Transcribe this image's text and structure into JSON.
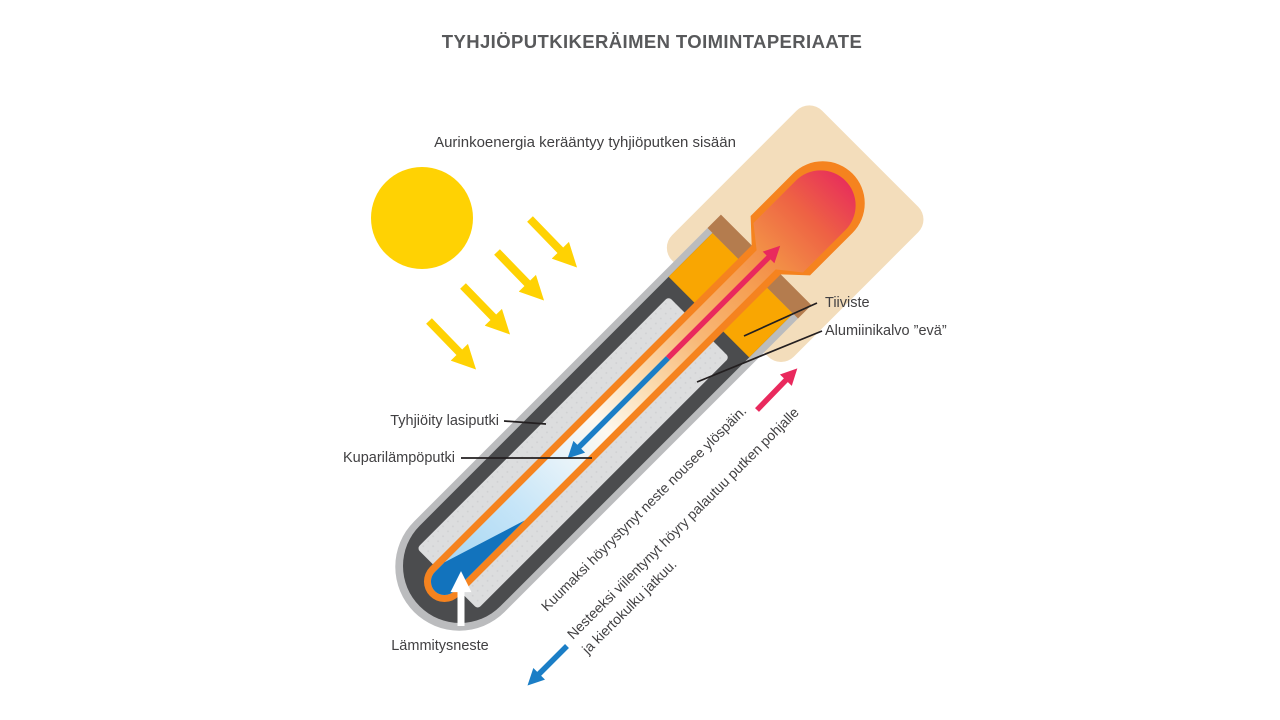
{
  "diagram": {
    "title": "TYHJIÖPUTKIKERÄIMEN TOIMINTAPERIAATE",
    "subtitle": "Aurinkoenergia kerääntyy tyhjiöputken sisään",
    "labels": {
      "tiiviste": "Tiiviste",
      "alumiinikalvo_eva": "Alumiinikalvo ”evä”",
      "tyhjioity_lasiputki": "Tyhjiöity lasiputki",
      "kuparilampoputki": "Kuparilämpöputki",
      "lammitysneste": "Lämmitysneste"
    },
    "flow_notes": {
      "rising": "Kuumaksi höyrystynyt neste nousee ylöspäin.",
      "returning_line1": "Nesteeksi viilentynyt höyry palautuu putken pohjalle",
      "returning_line2": "ja kiertokulku jatkuu."
    },
    "colors": {
      "sun_yellow": "#FFD203",
      "pipe_orange": "#F5831F",
      "hot_crimson": "#E9295D",
      "cool_blue": "#1B7EC6",
      "pool_blue": "#1273BD",
      "seal_amber": "#F9A602",
      "holder_brown": "#B47C4E",
      "manifold_beige": "#F3DDBB",
      "glass_gray": "#BBBCBE",
      "absorber_dark": "#4B4C4E",
      "fin_gray": "#DCDDDE",
      "text_dark": "#414042",
      "title_gray": "#58595B"
    }
  }
}
